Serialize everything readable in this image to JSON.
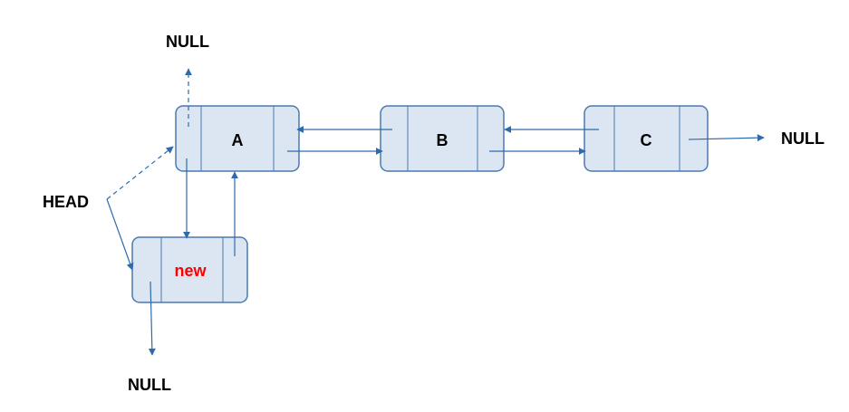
{
  "colors": {
    "node_fill": "#dce6f2",
    "node_stroke": "#4a7ab0",
    "arrow": "#2e6aac",
    "label": "#000000",
    "new_label": "#ff0000"
  },
  "nodes": {
    "a": {
      "label": "A"
    },
    "b": {
      "label": "B"
    },
    "c": {
      "label": "C"
    },
    "new": {
      "label": "new"
    }
  },
  "labels": {
    "head": "HEAD",
    "null_top": "NULL",
    "null_right": "NULL",
    "null_bottom": "NULL"
  }
}
